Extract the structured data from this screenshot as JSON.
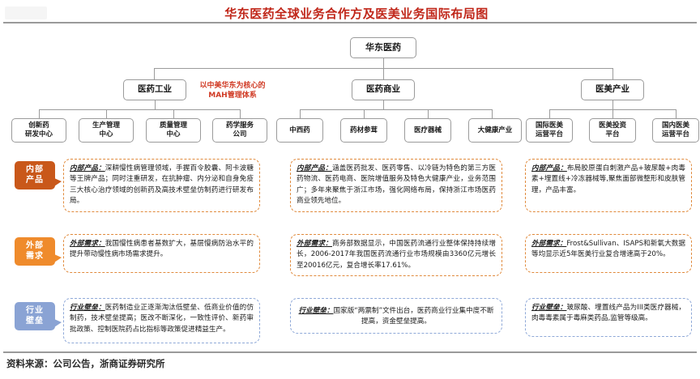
{
  "header": {
    "title": "华东医药全球业务合作方及医美业务国际布局图",
    "title_color": "#c0271a"
  },
  "footer": {
    "source": "资料来源：公司公告，浙商证券研究所"
  },
  "org_chart": {
    "root": "华东医药",
    "annotation": "以中美华东为核心的\nMAH管理体系",
    "annotation_line1": "以中美华东为核心的",
    "annotation_line2": "MAH管理体系",
    "branches": [
      {
        "name": "医药工业",
        "children": [
          "创新药\n研发中心",
          "生产管理\n中心",
          "质量管理\n中心",
          "药学服务\n公司"
        ]
      },
      {
        "name": "医药商业",
        "children": [
          "中西药",
          "药材参茸",
          "医疗器械",
          "大健康产业"
        ]
      },
      {
        "name": "医美产业",
        "children": [
          "国际医美\n运营平台",
          "医美投资\n平台",
          "国内医美\n运营平台"
        ]
      }
    ]
  },
  "row_labels": [
    {
      "text": "内部\n产品",
      "line1": "内部",
      "line2": "产品",
      "color": "#c9581a"
    },
    {
      "text": "外部\n需求",
      "line1": "外部",
      "line2": "需求",
      "color": "#ef8b2c"
    },
    {
      "text": "行业\n壁垒",
      "line1": "行业",
      "line2": "壁垒",
      "color": "#8aa3d4"
    }
  ],
  "matrix": {
    "internal_products": {
      "lead": "内部产品：",
      "industry": "深耕慢性病管理领域，手握百令胶囊、阿卡波糖等王牌产品；同时注重研发，在抗肿瘤、内分泌和自身免疫三大核心治疗领域的创新药及高技术壁垒仿制药进行研发布局。",
      "commerce": "涵盖医药批发、医药零售、以冷链为特色的第三方医药物流、医药电商、医院增值服务及特色大健康产业，业务范围广；多年来聚焦于浙江市场，强化网络布局，保持浙江市场医药商业领先地位。",
      "aesthetics": "布局胶原蛋白刺激产品+玻尿酸+肉毒素+埋置线+冷冻器械等,聚焦面部微整形和皮肤管理，产品丰富。"
    },
    "external_demand": {
      "lead": "外部需求：",
      "industry": "我国慢性病患者基数扩大，基层慢病防治水平的提升带动慢性病市场需求提升。",
      "commerce": "商务部数据显示，中国医药流通行业整体保持持续增长，2006-2017年我国医药流通行业市场规模由3360亿元增长至20016亿元，复合增长率17.61%。",
      "aesthetics": "Frost&Sullivan、ISAPS和新氧大数据等均显示近5年医美行业复合增速高于20%。"
    },
    "industry_barrier": {
      "lead": "行业壁垒：",
      "industry": "医药制造业正逐渐淘汰低壁垒、低商业价值的仿制药，技术壁垒提高；医改不断深化，一致性评价、新药审批政策、控制医院药占比指标等政策促进精益生产。",
      "commerce": "国家版“两票制”文件出台，医药商业行业集中度不断提高，资金壁垒提高。",
      "aesthetics": "玻尿酸、埋置线产品为III类医疗器械，肉毒毒素属于毒麻类药品,监管等级高。"
    }
  }
}
